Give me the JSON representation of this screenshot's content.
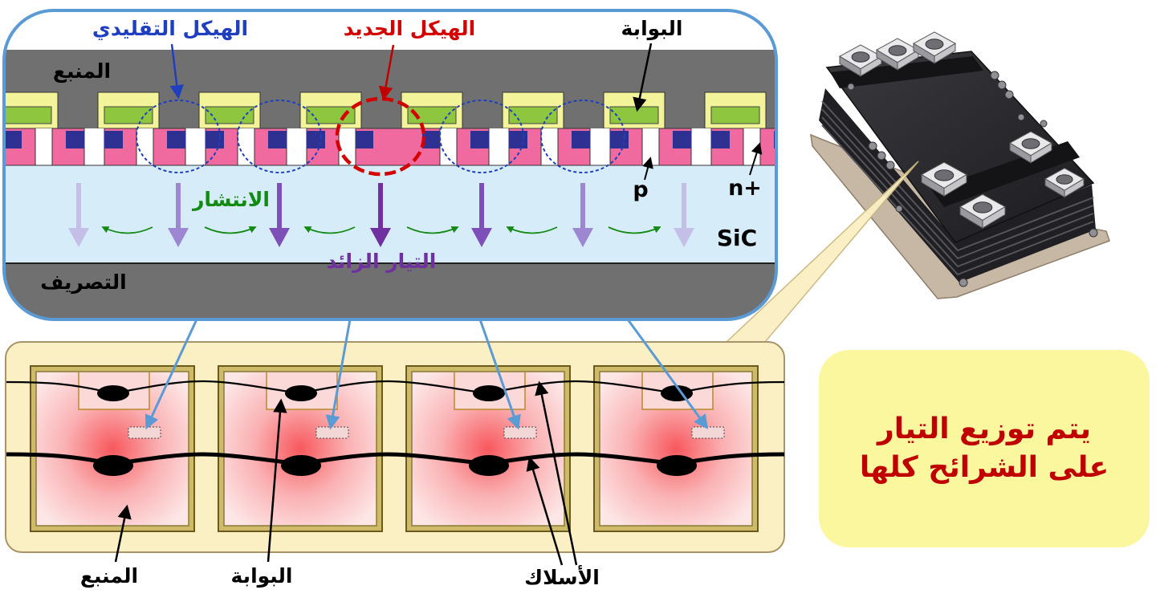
{
  "cross_section": {
    "conventional_label": "الهيكل التقليدي",
    "new_label": "الهيكل الجديد",
    "gate_label": "البوابة",
    "source_label": "المنبع",
    "diffusion_label": "الانتشار",
    "surplus_current_label": "التيار الزائد",
    "drain_label": "التصريف",
    "sic_label": "SiC",
    "p_label": "p",
    "n_plus_label": "n+"
  },
  "chip_layout": {
    "source_label": "المنبع",
    "gate_label": "البوابة",
    "wires_label": "الأسلاك"
  },
  "caption": {
    "line1": "يتم توزيع التيار",
    "line2": "على الشرائح كلها"
  },
  "colors": {
    "frame_blue": "#5b9bd5",
    "gate_poly_yellow": "#f3f39a",
    "gate_green": "#8ec63f",
    "p_pink": "#f06aa0",
    "n_plus_navy": "#2e3192",
    "sic_light_blue": "#d6ecf8",
    "electrode_gray": "#707070",
    "conventional_blue": "#1f3fbf",
    "new_red": "#d40000",
    "diffusion_green": "#138a13",
    "current_purple": "#7030a0",
    "caption_red": "#c00000",
    "caption_bg": "#fbf79e",
    "chip_panel_bg": "#fbefc4"
  }
}
